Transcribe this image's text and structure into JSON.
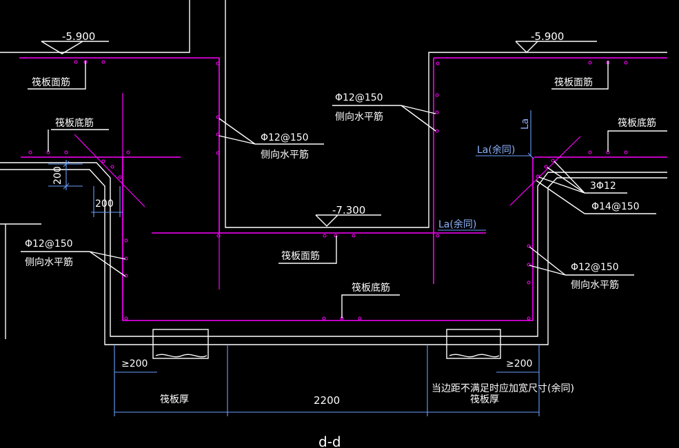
{
  "levels": {
    "left_top": "-5.900",
    "right_top": "-5.900",
    "pit_bottom": "-7.300"
  },
  "labels": {
    "raft_top_rebar_left": "筏板面筋",
    "raft_top_rebar_right": "筏板面筋",
    "raft_bottom_rebar_left": "筏板底筋",
    "raft_bottom_rebar_right": "筏板底筋",
    "pit_top_rebar": "筏板面筋",
    "pit_bottom_rebar": "筏板底筋",
    "spec_mid_left": "Φ12@150",
    "side_horiz_mid_left": "侧向水平筋",
    "spec_upper_right": "Φ12@150",
    "side_horiz_upper_right": "侧向水平筋",
    "spec_left": "Φ12@150",
    "side_horiz_left": "侧向水平筋",
    "spec_right": "Φ12@150",
    "side_horiz_right": "侧向水平筋",
    "la_vertical": "La",
    "la_same_upper": "La(余同)",
    "la_same_mid": "La(余同)",
    "bars_3phi12": "3Φ12",
    "bars_phi14": "Φ14@150",
    "note_widen": "当边距不满足时应加宽尺寸(余同)",
    "section_title": "d-d"
  },
  "dimensions": {
    "dim_200_vertical": "200",
    "dim_200_horizontal": "200",
    "dim_ge200_left": "≥200",
    "dim_ge200_right": "≥200",
    "raft_thickness_left": "筏板厚",
    "raft_thickness_right": "筏板厚",
    "pit_width": "2200"
  },
  "colors": {
    "background": "#000000",
    "concrete_outline": "#ffffff",
    "rebar": "#ff00ff",
    "dimension": "#6aa0ff"
  }
}
